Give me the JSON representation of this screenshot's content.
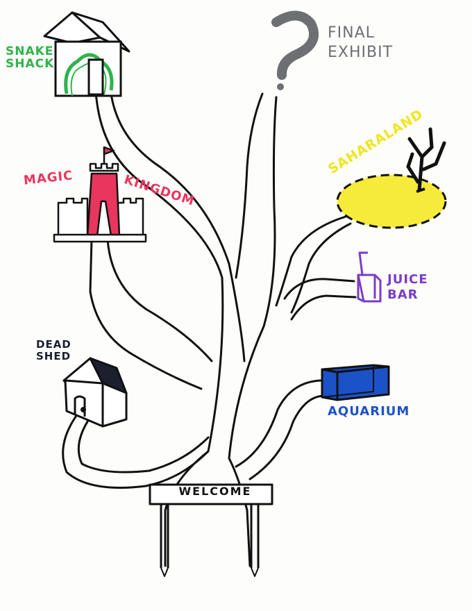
{
  "map": {
    "locations": {
      "snake_shack": {
        "line1": "SNAKE",
        "line2": "SHACK",
        "color": "#2fb34a"
      },
      "magic_kingdom": {
        "word1": "MAGIC",
        "word2": "KINGDOM",
        "color": "#e8365f"
      },
      "final_exhibit": {
        "line1": "FINAL",
        "line2": "EXHIBIT",
        "color": "#6d6f73",
        "icon": "question-mark-icon"
      },
      "saharaland": {
        "label": "SAHARALAND",
        "color": "#f2e51e"
      },
      "juice_bar": {
        "line1": "JUICE",
        "line2": "BAR",
        "color": "#7a3bc9"
      },
      "dead_shed": {
        "line1": "DEAD",
        "line2": "SHED",
        "color": "#1b1f2e"
      },
      "aquarium": {
        "label": "AQUARIUM",
        "color": "#1c52c8"
      }
    },
    "entrance": {
      "sign_text": "WELCOME"
    },
    "colors": {
      "ink": "#111111",
      "desert": "#f6ea3a",
      "castle": "#e8365f",
      "tank": "#1c52c8",
      "carton": "#7a3bc9",
      "roof": "#1b1f2e",
      "question": "#6d6f73"
    }
  }
}
